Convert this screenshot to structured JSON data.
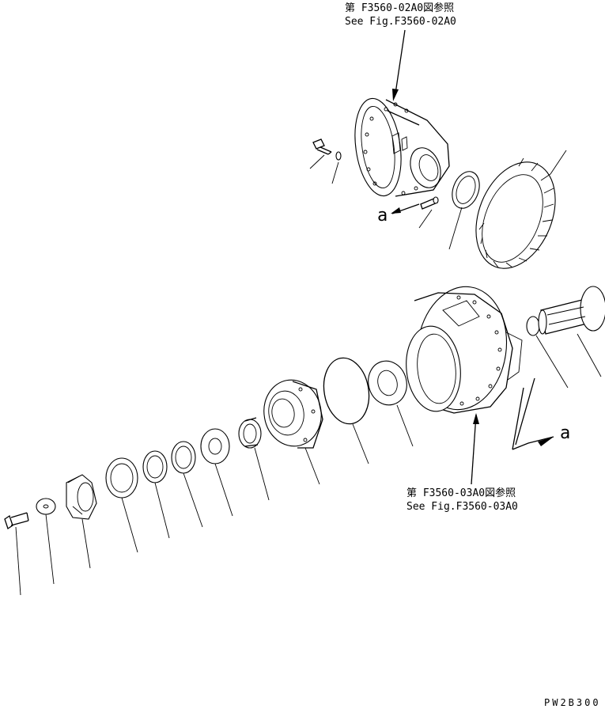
{
  "references": {
    "top": {
      "ja": "第 F3560-02A0図参照",
      "en": "See Fig.F3560-02A0"
    },
    "bottom": {
      "ja": "第 F3560-03A0図参照",
      "en": "See Fig.F3560-03A0"
    }
  },
  "markers": {
    "a_top": "a",
    "a_bottom": "a"
  },
  "figure_code": "PW2B300"
}
